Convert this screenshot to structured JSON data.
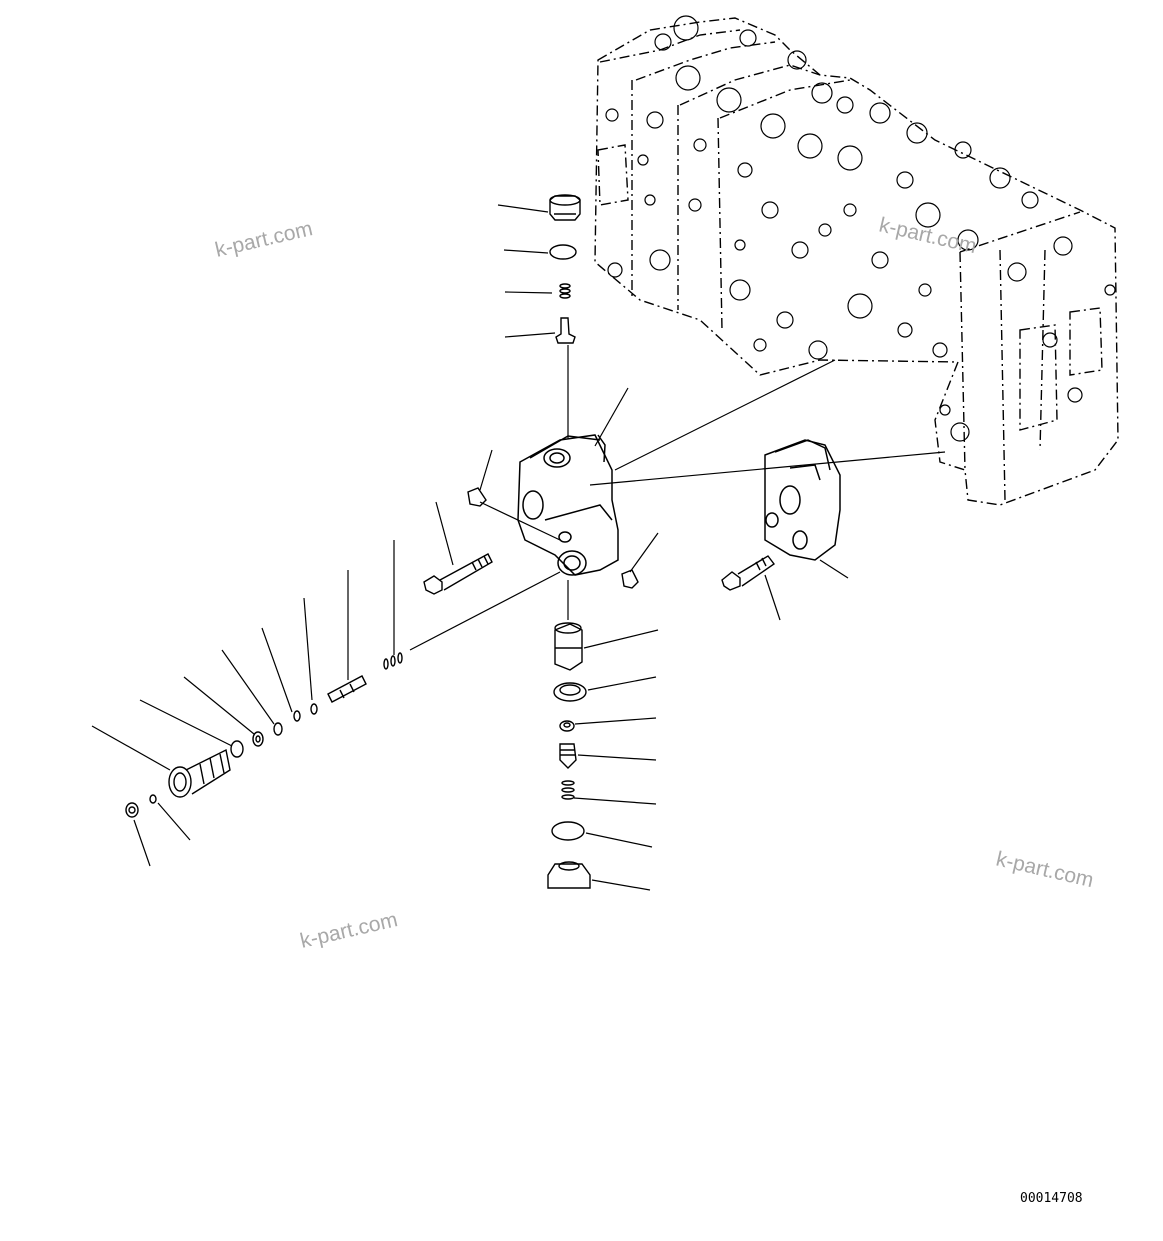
{
  "drawing": {
    "code": "00014708"
  },
  "watermarks": [
    "k-part.com",
    "k-part.com",
    "k-part.com",
    "k-part.com"
  ]
}
